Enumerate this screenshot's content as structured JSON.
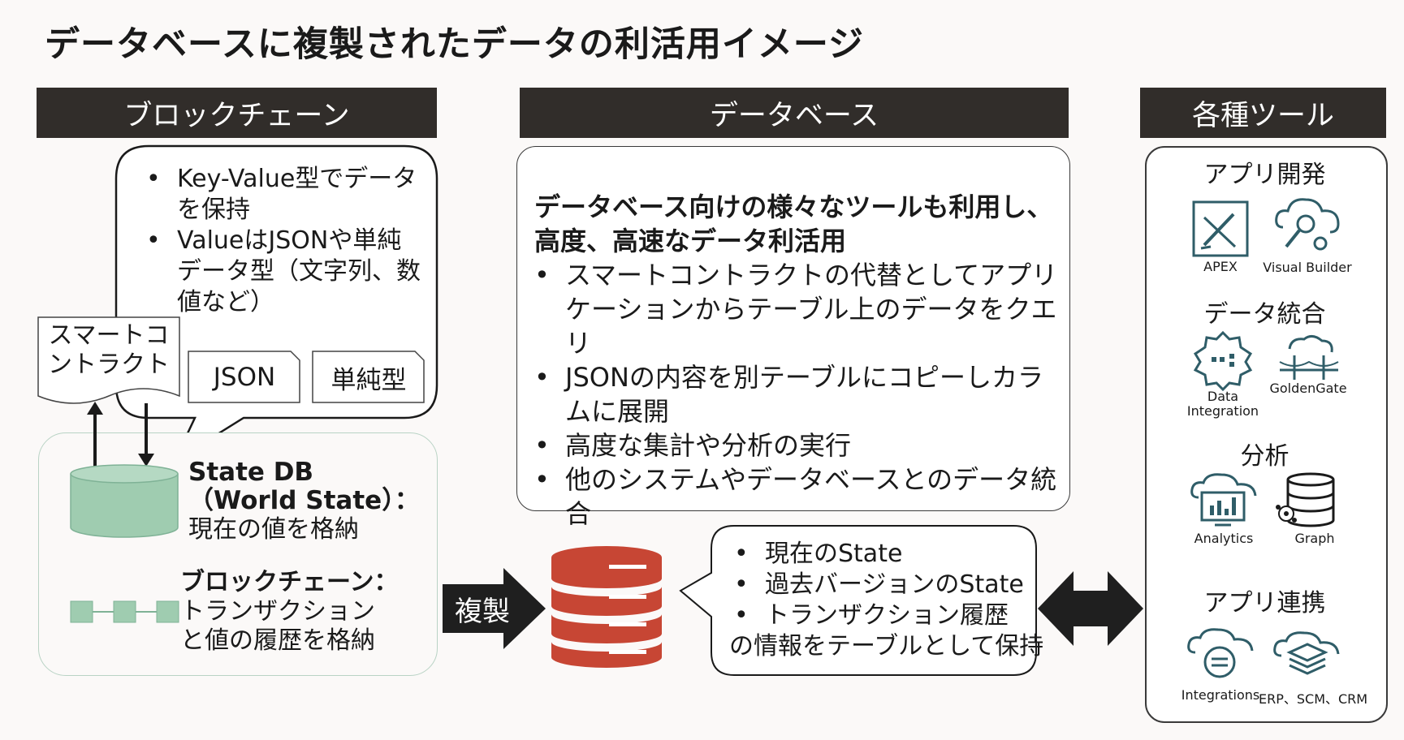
{
  "title": "データベースに複製されたデータの利活用イメージ",
  "headers": {
    "blockchain": "ブロックチェーン",
    "database": "データベース",
    "tools": "各種ツール"
  },
  "left": {
    "bubble_items": [
      "Key-Value型でデータを保持",
      "ValueはJSONや単純データ型（文字列、数値など）"
    ],
    "smart_contract": "スマートコントラクト",
    "json_label": "JSON",
    "simple_type_label": "単純型",
    "statedb_title": "State DB",
    "statedb_subtitle": "（World State）：",
    "statedb_desc": "現在の値を格納",
    "chain_title": "ブロックチェーン：",
    "chain_desc": "トランザクションと値の履歴を格納"
  },
  "middle": {
    "lead": "データベース向けの様々なツールも利用し、高度、高速なデータ利活用",
    "items": [
      "スマートコントラクトの代替としてアプリケーションからテーブル上のデータをクエリ",
      "JSONの内容を別テーブルにコピーしカラムに展開",
      "高度な集計や分析の実行",
      "他のシステムやデータベースとのデータ統合"
    ],
    "replicate_label": "複製",
    "callout_items": [
      "現在のState",
      "過去バージョンのState",
      "トランザクション履歴"
    ],
    "callout_tail": "の情報をテーブルとして保持"
  },
  "tools": {
    "sections": [
      {
        "title": "アプリ開発",
        "items": [
          "APEX",
          "Visual Builder"
        ]
      },
      {
        "title": "データ統合",
        "items": [
          "Data Integration",
          "GoldenGate"
        ]
      },
      {
        "title": "分析",
        "items": [
          "Analytics",
          "Graph"
        ]
      },
      {
        "title": "アプリ連携",
        "items": [
          "Integrations",
          "ERP、SCM、CRM"
        ]
      }
    ]
  },
  "colors": {
    "header_bg": "#312d2a",
    "db_red": "#c74634",
    "statedb_green": "#9fccb0",
    "icon_teal": "#2f5d68"
  }
}
